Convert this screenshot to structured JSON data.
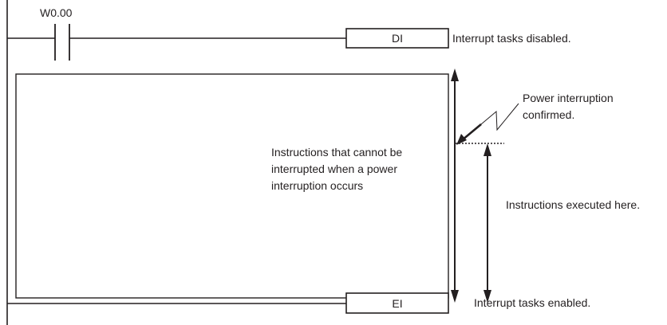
{
  "ladder": {
    "contact_address": "W0.00",
    "di_label": "DI",
    "ei_label": "EI"
  },
  "annotations": {
    "di_note": "Interrupt tasks disabled.",
    "ei_note": "Interrupt tasks enabled.",
    "power_interruption": [
      "Power interruption",
      "confirmed."
    ],
    "instructions_block": [
      "Instructions that cannot be",
      "interrupted when a power",
      "interruption occurs"
    ],
    "executed_here": "Instructions executed here."
  },
  "colors": {
    "line": "#231f20",
    "background": "#ffffff"
  }
}
